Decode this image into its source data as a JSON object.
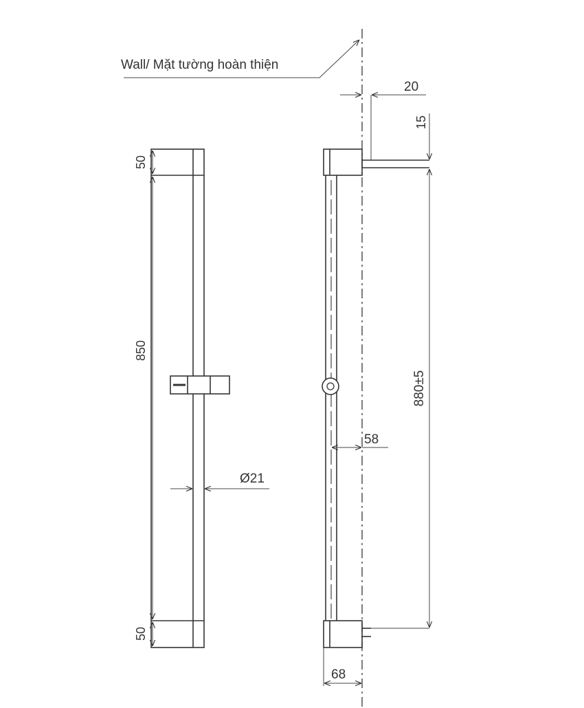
{
  "wall_label": "Wall/ Mặt tường hoàn thiện",
  "dimensions": {
    "top_bracket_height": "50",
    "rail_length": "850",
    "bottom_bracket_height": "50",
    "rod_diameter": "Ø21",
    "wall_offset": "20",
    "pin_offset": "15",
    "fixing_distance": "880±5",
    "rod_to_wall": "58",
    "bracket_depth": "68"
  }
}
